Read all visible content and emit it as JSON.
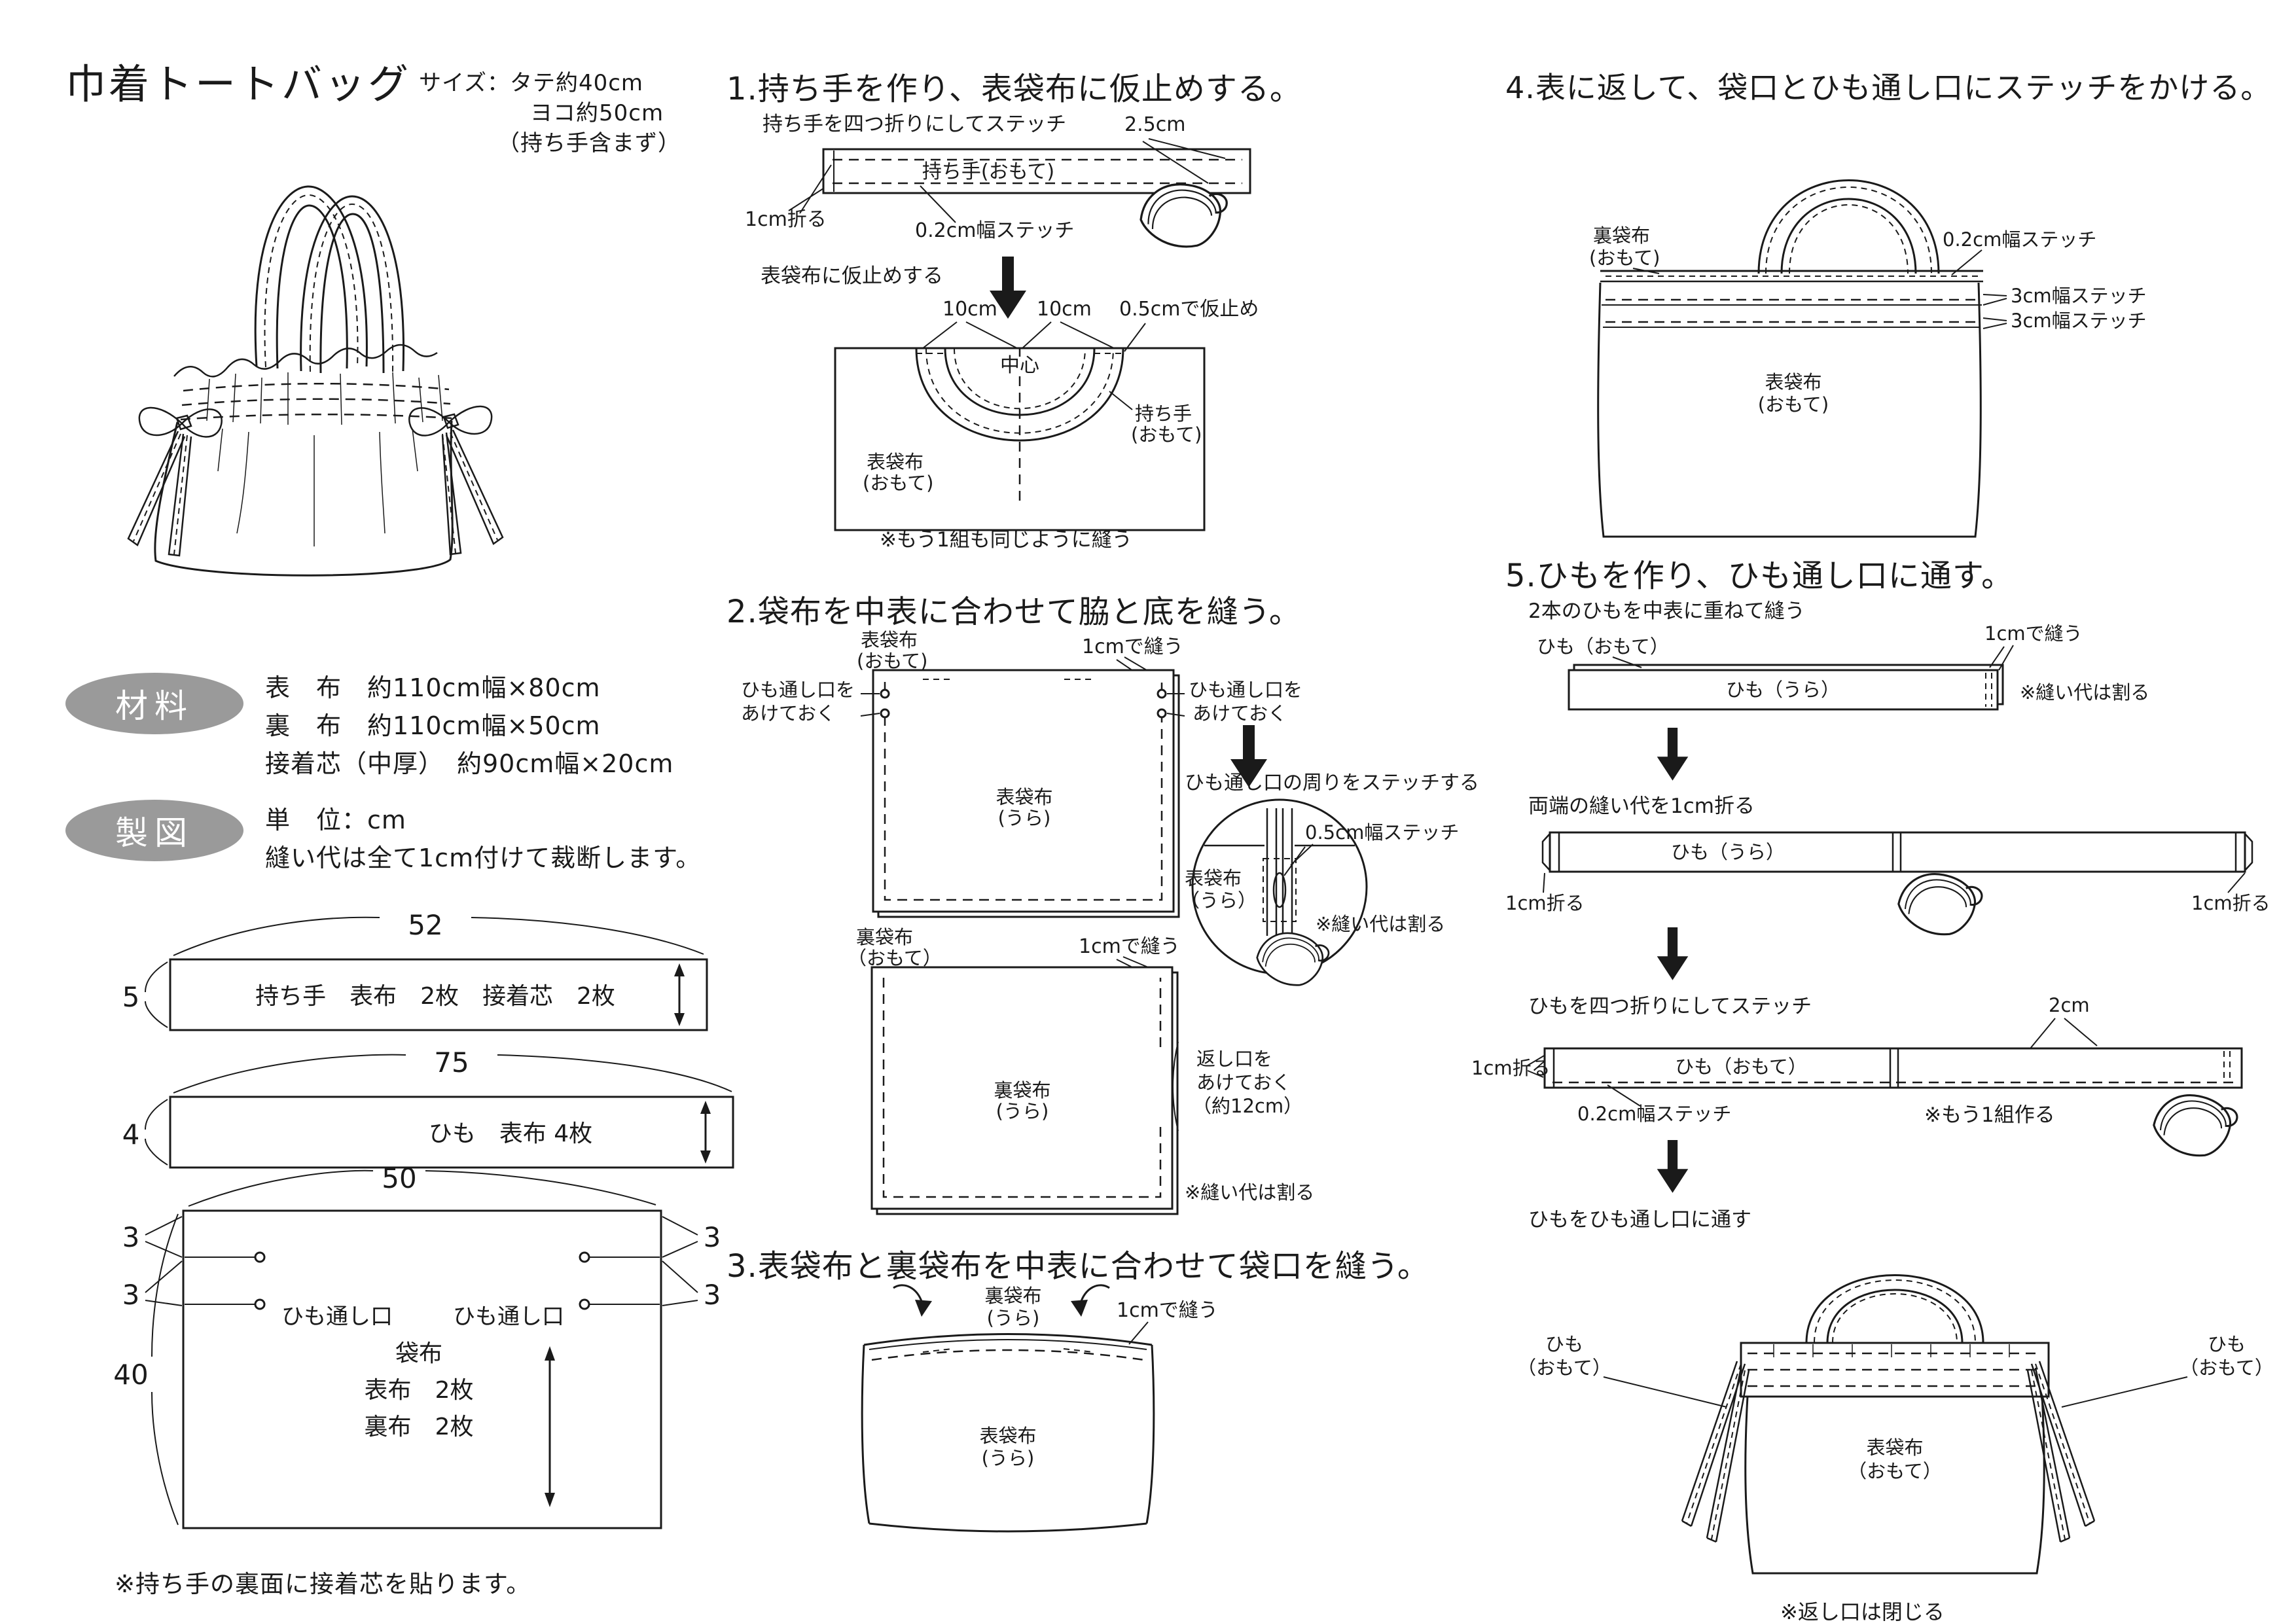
{
  "doc": {
    "title": "巾着トートバッグ",
    "size1": "サイズ：タテ約40cm",
    "size2": "ヨコ約50cm",
    "size3": "（持ち手含まず）"
  },
  "materials": {
    "label": "材料",
    "items": [
      "表　布　約110cm幅×80cm",
      "裏　布　約110cm幅×50cm",
      "接着芯（中厚）　約90cm幅×20cm"
    ]
  },
  "drafting": {
    "label": "製図",
    "lines": [
      "単　位：cm",
      "縫い代は全て1cm付けて裁断します。"
    ],
    "note": "※持ち手の裏面に接着芯を貼ります。"
  },
  "patterns": {
    "handle": {
      "w": "52",
      "h": "5",
      "label": "持ち手　表布　2枚　接着芯　2枚"
    },
    "cord": {
      "w": "75",
      "h": "4",
      "label": "ひも　表布 4枚"
    },
    "panel": {
      "w": "50",
      "h": "40",
      "m1": "3",
      "m2": "3",
      "m3": "3",
      "m4": "3",
      "opening_left": "ひも通し口",
      "opening_right": "ひも通し口",
      "name": "袋布",
      "line1": "表布　2枚",
      "line2": "裏布　2枚"
    }
  },
  "s1": {
    "title": "1.持ち手を作り、表袋布に仮止めする。",
    "sub1": "持ち手を四つ折りにしてステッチ",
    "dim": "2.5cm",
    "strip_label": "持ち手(おもて)",
    "fold": "1cm折る",
    "stitch": "0.2cm幅ステッチ",
    "sub2": "表袋布に仮止めする",
    "d10a": "10cm",
    "d10b": "10cm",
    "baste": "0.5cmで仮止め",
    "center": "中心",
    "handle1": "持ち手",
    "handle2": "(おもて)",
    "fabric1": "表袋布",
    "fabric2": "(おもて)",
    "note": "※もう1組も同じように縫う"
  },
  "s2": {
    "title": "2.袋布を中表に合わせて脇と底を縫う。",
    "top1": "表袋布",
    "top2": "(おもて)",
    "sew1": "1cmで縫う",
    "openL1": "ひも通し口を",
    "openL2": "あけておく",
    "openR1": "ひも通し口を",
    "openR2": "あけておく",
    "c1": "表袋布",
    "c2": "(うら)",
    "detail_title": "ひも通し口の周りをステッチする",
    "detail_stitch": "0.5cm幅ステッチ",
    "df1": "表袋布",
    "df2": "（うら）",
    "detail_note": "※縫い代は割る",
    "lin1": "裏袋布",
    "lin2": "（おもて）",
    "sew2": "1cmで縫う",
    "lc1": "裏袋布",
    "lc2": "(うら)",
    "ret1": "返し口を",
    "ret2": "あけておく",
    "ret3": "（約12cm）",
    "note2": "※縫い代は割る"
  },
  "s3": {
    "title": "3.表袋布と裏袋布を中表に合わせて袋口を縫う。",
    "top1": "裏袋布",
    "top2": "(うら)",
    "sew": "1cmで縫う",
    "c1": "表袋布",
    "c2": "(うら)"
  },
  "s4": {
    "title": "4.表に返して、袋口とひも通し口にステッチをかける。",
    "lin1": "裏袋布",
    "lin2": "(おもて)",
    "s02": "0.2cm幅ステッチ",
    "s3a": "3cm幅ステッチ",
    "s3b": "3cm幅ステッチ",
    "b1": "表袋布",
    "b2": "(おもて)"
  },
  "s5": {
    "title": "5.ひもを作り、ひも通し口に通す。",
    "sub1": "2本のひもを中表に重ねて縫う",
    "cordA_top": "ひも（おもて）",
    "sewA": "1cmで縫う",
    "cordA": "ひも（うら）",
    "noteA": "※縫い代は割る",
    "sub2": "両端の縫い代を1cm折る",
    "cordB": "ひも（うら）",
    "foldL": "1cm折る",
    "foldR": "1cm折る",
    "sub3": "ひもを四つ折りにしてステッチ",
    "dim2": "2cm",
    "cordC": "ひも（おもて）",
    "foldL2": "1cm折る",
    "stitch02": "0.2cm幅ステッチ",
    "noteC": "※もう1組作る",
    "sub4": "ひもをひも通し口に通す",
    "tieL1": "ひも",
    "tieL2": "（おもて）",
    "tieR1": "ひも",
    "tieR2": "（おもて）",
    "b1": "表袋布",
    "b2": "（おもて）",
    "note": "※返し口は閉じる"
  }
}
